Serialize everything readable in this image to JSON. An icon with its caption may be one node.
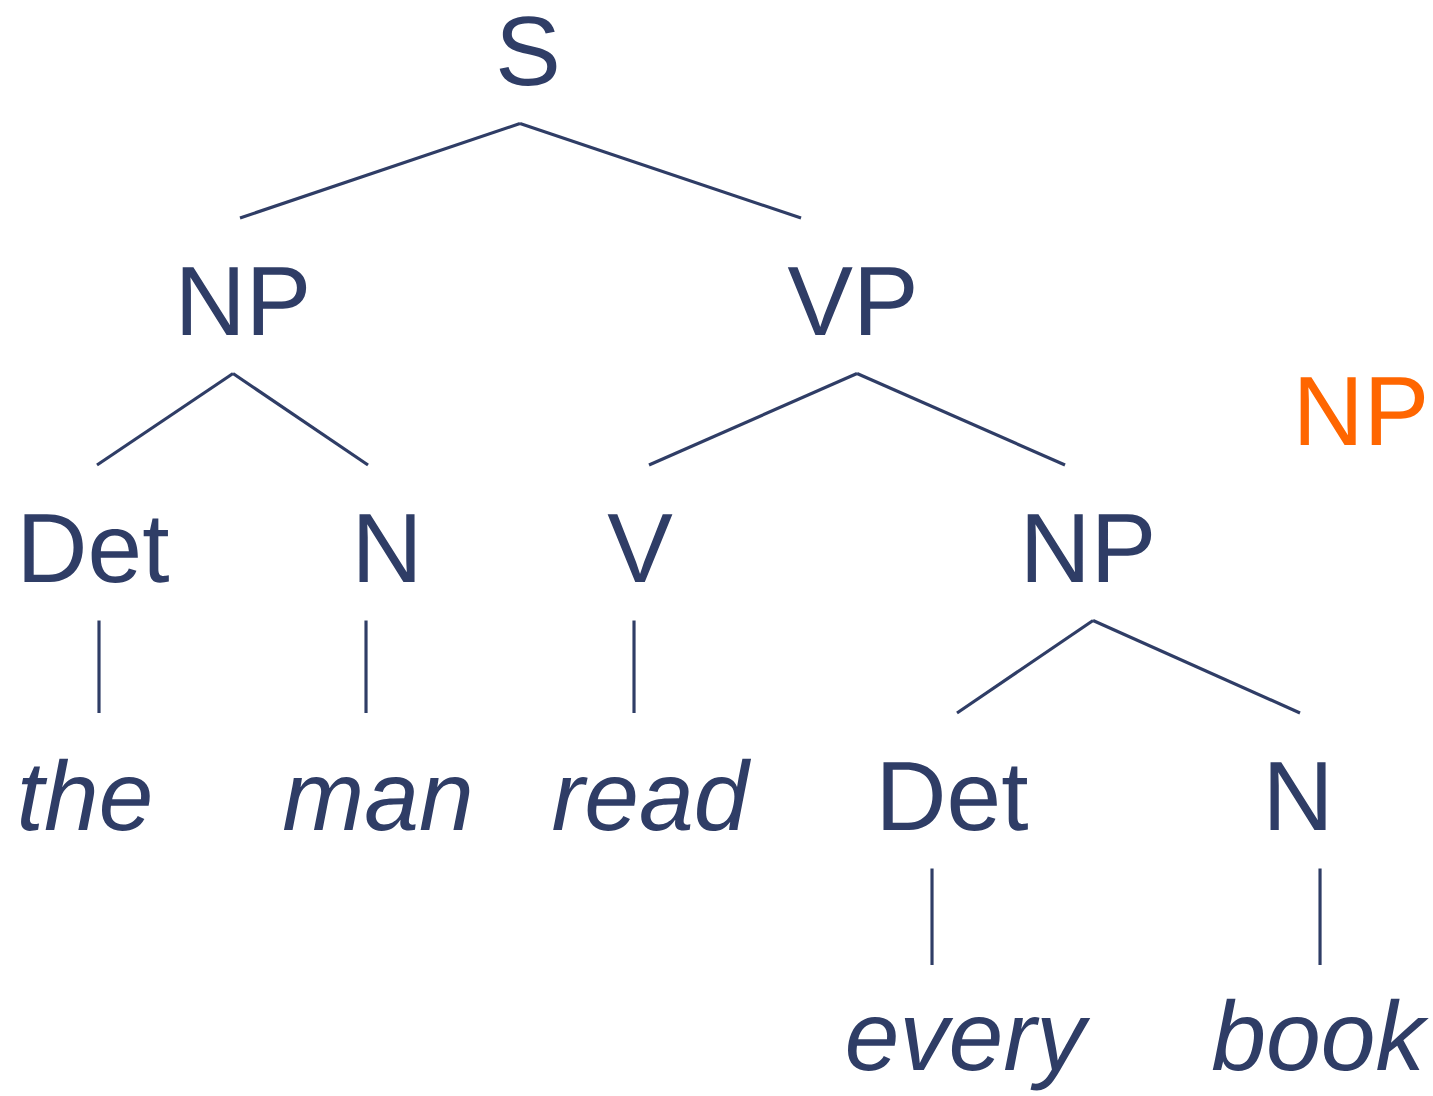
{
  "diagram": {
    "nodes": [
      {
        "text": [
          "S"
        ]
      },
      {
        "text": [
          "NP"
        ]
      },
      {
        "text": [
          "VP"
        ]
      },
      {
        "text": [
          "Det"
        ]
      },
      {
        "text": [
          "N"
        ]
      },
      {
        "text": [
          "V"
        ]
      },
      {
        "text": [
          "NP"
        ]
      },
      {
        "text": [
          "the"
        ]
      },
      {
        "text": [
          "man"
        ]
      },
      {
        "text": [
          "read"
        ]
      },
      {
        "text": [
          "Det"
        ]
      },
      {
        "text": [
          "N"
        ]
      },
      {
        "text": [
          "every"
        ]
      },
      {
        "text": [
          "book"
        ]
      }
    ],
    "edges": [
      {
        "from": 0,
        "to": 1,
        "arrow": "none"
      },
      {
        "from": 0,
        "to": 2,
        "arrow": "none"
      },
      {
        "from": 1,
        "to": 3,
        "arrow": "none"
      },
      {
        "from": 1,
        "to": 4,
        "arrow": "none"
      },
      {
        "from": 2,
        "to": 5,
        "arrow": "none"
      },
      {
        "from": 2,
        "to": 6,
        "arrow": "none"
      },
      {
        "from": 3,
        "to": 7,
        "arrow": "none"
      },
      {
        "from": 4,
        "to": 8,
        "arrow": "none"
      },
      {
        "from": 5,
        "to": 9,
        "arrow": "none"
      },
      {
        "from": 6,
        "to": 10,
        "arrow": "none"
      },
      {
        "from": 6,
        "to": 11,
        "arrow": "none"
      },
      {
        "from": 10,
        "to": 12,
        "arrow": "none"
      },
      {
        "from": 11,
        "to": 13,
        "arrow": "none"
      }
    ],
    "labels": [
      "NP"
    ]
  }
}
